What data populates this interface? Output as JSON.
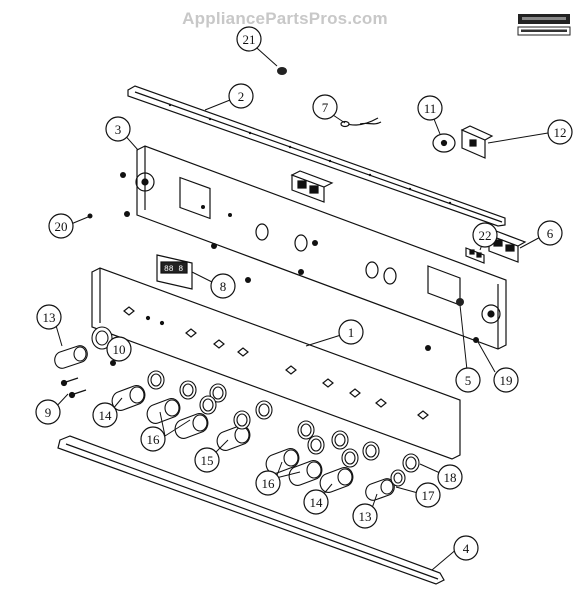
{
  "watermark": "AppliancePartsPros.com",
  "brand_logo": "brand-logo",
  "callouts": [
    {
      "id": "1",
      "label": "1"
    },
    {
      "id": "2",
      "label": "2"
    },
    {
      "id": "3",
      "label": "3"
    },
    {
      "id": "4",
      "label": "4"
    },
    {
      "id": "5",
      "label": "5"
    },
    {
      "id": "6",
      "label": "6"
    },
    {
      "id": "7",
      "label": "7"
    },
    {
      "id": "8",
      "label": "8"
    },
    {
      "id": "9",
      "label": "9"
    },
    {
      "id": "10",
      "label": "10"
    },
    {
      "id": "11",
      "label": "11"
    },
    {
      "id": "12",
      "label": "12"
    },
    {
      "id": "13a",
      "label": "13"
    },
    {
      "id": "13b",
      "label": "13"
    },
    {
      "id": "14a",
      "label": "14"
    },
    {
      "id": "14b",
      "label": "14"
    },
    {
      "id": "15",
      "label": "15"
    },
    {
      "id": "16a",
      "label": "16"
    },
    {
      "id": "16b",
      "label": "16"
    },
    {
      "id": "17",
      "label": "17"
    },
    {
      "id": "18",
      "label": "18"
    },
    {
      "id": "19",
      "label": "19"
    },
    {
      "id": "20",
      "label": "20"
    },
    {
      "id": "21",
      "label": "21"
    },
    {
      "id": "22",
      "label": "22"
    }
  ]
}
